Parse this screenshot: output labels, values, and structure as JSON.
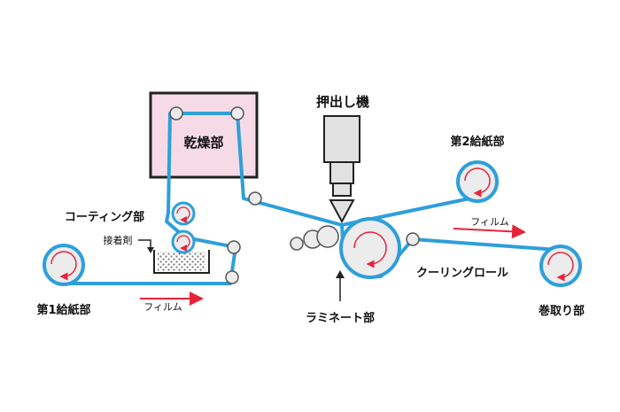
{
  "labels": {
    "dryer": "乾燥部",
    "extruder": "押出し機",
    "coating": "コーティング部",
    "adhesive": "接着剤",
    "feed1": "第1給紙部",
    "feed2": "第2給紙部",
    "laminate": "ラミネート部",
    "cooling_roll": "クーリングロール",
    "winder": "巻取り部",
    "film_left": "フィルム",
    "film_right": "フィルム"
  },
  "colors": {
    "film_path": "#2e9fdb",
    "roll_fill": "#ececec",
    "roll_stroke": "#555555",
    "dryer_fill": "#f6dbe7",
    "arrow_red": "#e5243b",
    "extruder_fill": "#e2e2e2"
  }
}
